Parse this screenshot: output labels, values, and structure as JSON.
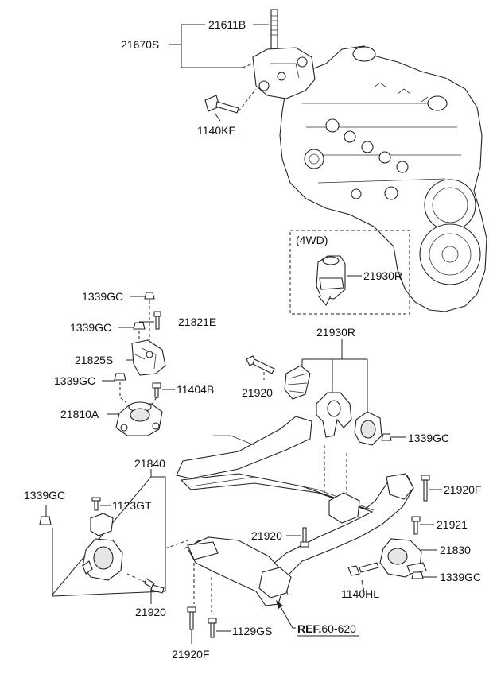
{
  "labels": {
    "p21611B": "21611B",
    "p21670S": "21670S",
    "p1140KE": "1140KE",
    "box4wd_title": "(4WD)",
    "p21930R_box": "21930R",
    "p1339GC_1": "1339GC",
    "p21821E": "21821E",
    "p1339GC_2": "1339GC",
    "p21825S": "21825S",
    "p1339GC_3": "1339GC",
    "p11404B": "11404B",
    "p21810A": "21810A",
    "p21930R": "21930R",
    "p21920_a": "21920",
    "p1339GC_4": "1339GC",
    "p21840": "21840",
    "p1339GC_5": "1339GC",
    "p1123GT": "1123GT",
    "p21920F_a": "21920F",
    "p21920_b": "21920",
    "p21921": "21921",
    "p21830": "21830",
    "p1339GC_6": "1339GC",
    "p1140HL": "1140HL",
    "p21920_c": "21920",
    "p1129GS": "1129GS",
    "p21920F_b": "21920F",
    "ref_prefix": "REF.",
    "ref_value": "60-620"
  }
}
